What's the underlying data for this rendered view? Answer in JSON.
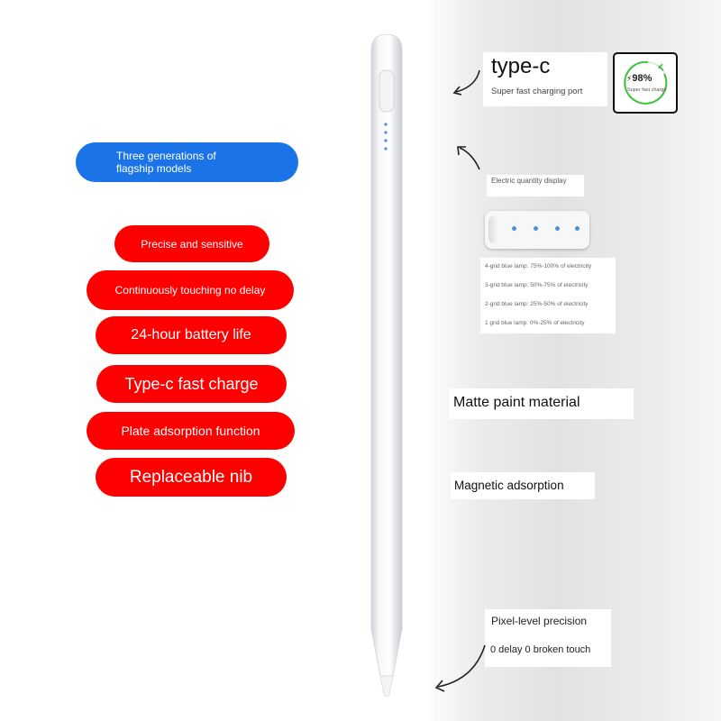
{
  "left_badges": {
    "blue": "Three generations of flagship models",
    "red": [
      "Precise and sensitive",
      "Continuously touching no delay",
      "24-hour battery life",
      "Type-c fast charge",
      "Plate adsorption function",
      "Replaceable nib"
    ]
  },
  "typec": {
    "title": "type-c",
    "subtitle": "Super fast charging port"
  },
  "charge_badge": {
    "percent": "98%",
    "caption": "Super fast charge",
    "level": 0.98
  },
  "electric_display": {
    "label": "Electric quantity display",
    "legend": [
      "4-grid blue lamp: 75%-100% of electricity",
      "3-grid blue lamp: 50%-75% of electricity",
      "2-grid blue lamp: 25%-50% of electricity",
      "1 grid blue lamp: 0%-25% of electricity"
    ]
  },
  "features": {
    "matte": "Matte paint material",
    "magnetic": "Magnetic adsorption",
    "pixel": "Pixel-level precision",
    "delay": "0 delay 0 broken touch"
  },
  "colors": {
    "badge_red": "#ff0000",
    "badge_blue": "#1a74e8",
    "led_blue": "#4a90e2",
    "charge_green": "#3cc43c"
  }
}
